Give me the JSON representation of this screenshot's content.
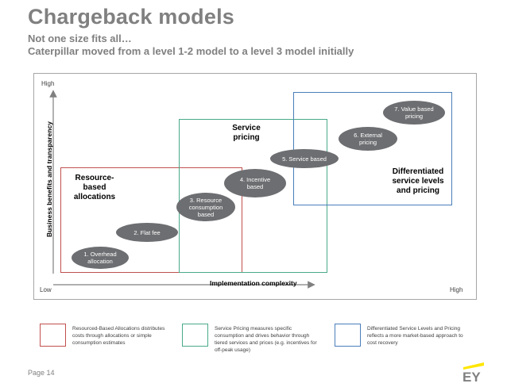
{
  "header": {
    "title": "Chargeback models",
    "subtitle_1": "Not one size fits all…",
    "subtitle_2": "Caterpillar moved from a level 1-2 model to a level 3 model initially"
  },
  "diagram": {
    "y_axis_label": "Business benefits and transparency",
    "x_axis_label": "Implementation complexity",
    "y_high": "High",
    "x_low": "Low",
    "x_high": "High",
    "boxes": {
      "resource": "Resource-\nbased\nallocations",
      "service": "Service\npricing",
      "differentiated": "Differentiated\nservice levels\nand pricing"
    },
    "steps": [
      "1. Overhead\nallocation",
      "2. Flat fee",
      "3. Resource\nconsumption\nbased",
      "4. Incentive\nbased",
      "5. Service based",
      "6. External\npricing",
      "7. Value based\npricing"
    ],
    "colors": {
      "resource": "#c0504d",
      "service": "#4aaa8a",
      "differentiated": "#4a7ebb",
      "oval": "#6d6e71"
    }
  },
  "legend": {
    "resource": "Resourced-Based Allocations distributes\ncosts through allocations or simple\nconsumption estimates",
    "service": "Service Pricing measures specific\nconsumption and drives behavior through\ntiered services and prices (e.g. incentives for\noff-peak usage)",
    "differentiated": "Differentiated Service Levels and Pricing\nreflects a more market-based approach to\ncost recovery"
  },
  "footer": {
    "page": "Page 14",
    "logo_text": "EY"
  }
}
